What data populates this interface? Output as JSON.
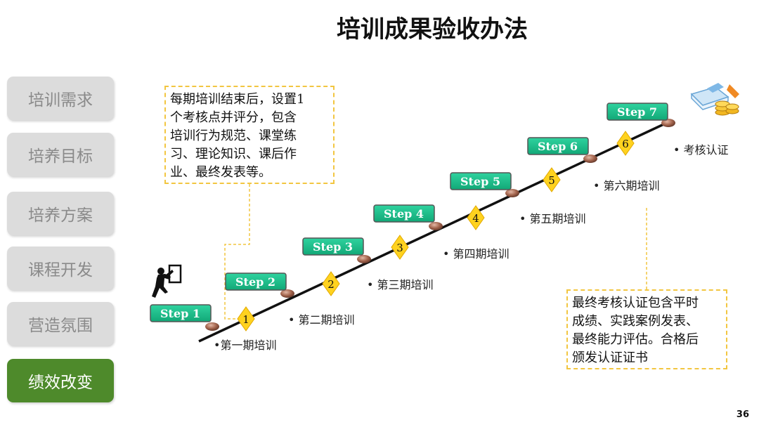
{
  "title": "培训成果验收办法",
  "sidebar": {
    "items": [
      {
        "label": "培训需求",
        "active": false
      },
      {
        "label": "培养目标",
        "active": false
      },
      {
        "label": "培养方案",
        "active": false
      },
      {
        "label": "课程开发",
        "active": false
      },
      {
        "label": "营造氛围",
        "active": false
      },
      {
        "label": "绩效改变",
        "active": true
      }
    ]
  },
  "notes": {
    "top_left": [
      "每期培训结束后，设置1",
      "个考核点并评分，包含",
      "培训行为规范、课堂练",
      "习、理论知识、课后作",
      "业、最终发表等。"
    ],
    "bottom_right": [
      "最终考核认证包含平时",
      "成绩、实践案例发表、",
      "最终能力评估。合格后",
      "颁发认证证书"
    ]
  },
  "steps": [
    "Step 1",
    "Step 2",
    "Step 3",
    "Step 4",
    "Step 5",
    "Step 6",
    "Step 7"
  ],
  "milestones": [
    "1",
    "2",
    "3",
    "4",
    "5",
    "6"
  ],
  "phases": [
    "•第一期培训",
    "• 第二期培训",
    "• 第三期培训",
    "• 第四期培训",
    "• 第五期培训",
    "• 第六期培训",
    "• 考核认证"
  ],
  "page_number": "36",
  "colors": {
    "step_fill": "#1fc08e",
    "diamond": "#ffd21f",
    "active_nav": "#4e8a2b",
    "note_border": "#f2c641"
  },
  "icons": {
    "climber": "climber-icon",
    "reward": "money-book-icon"
  }
}
